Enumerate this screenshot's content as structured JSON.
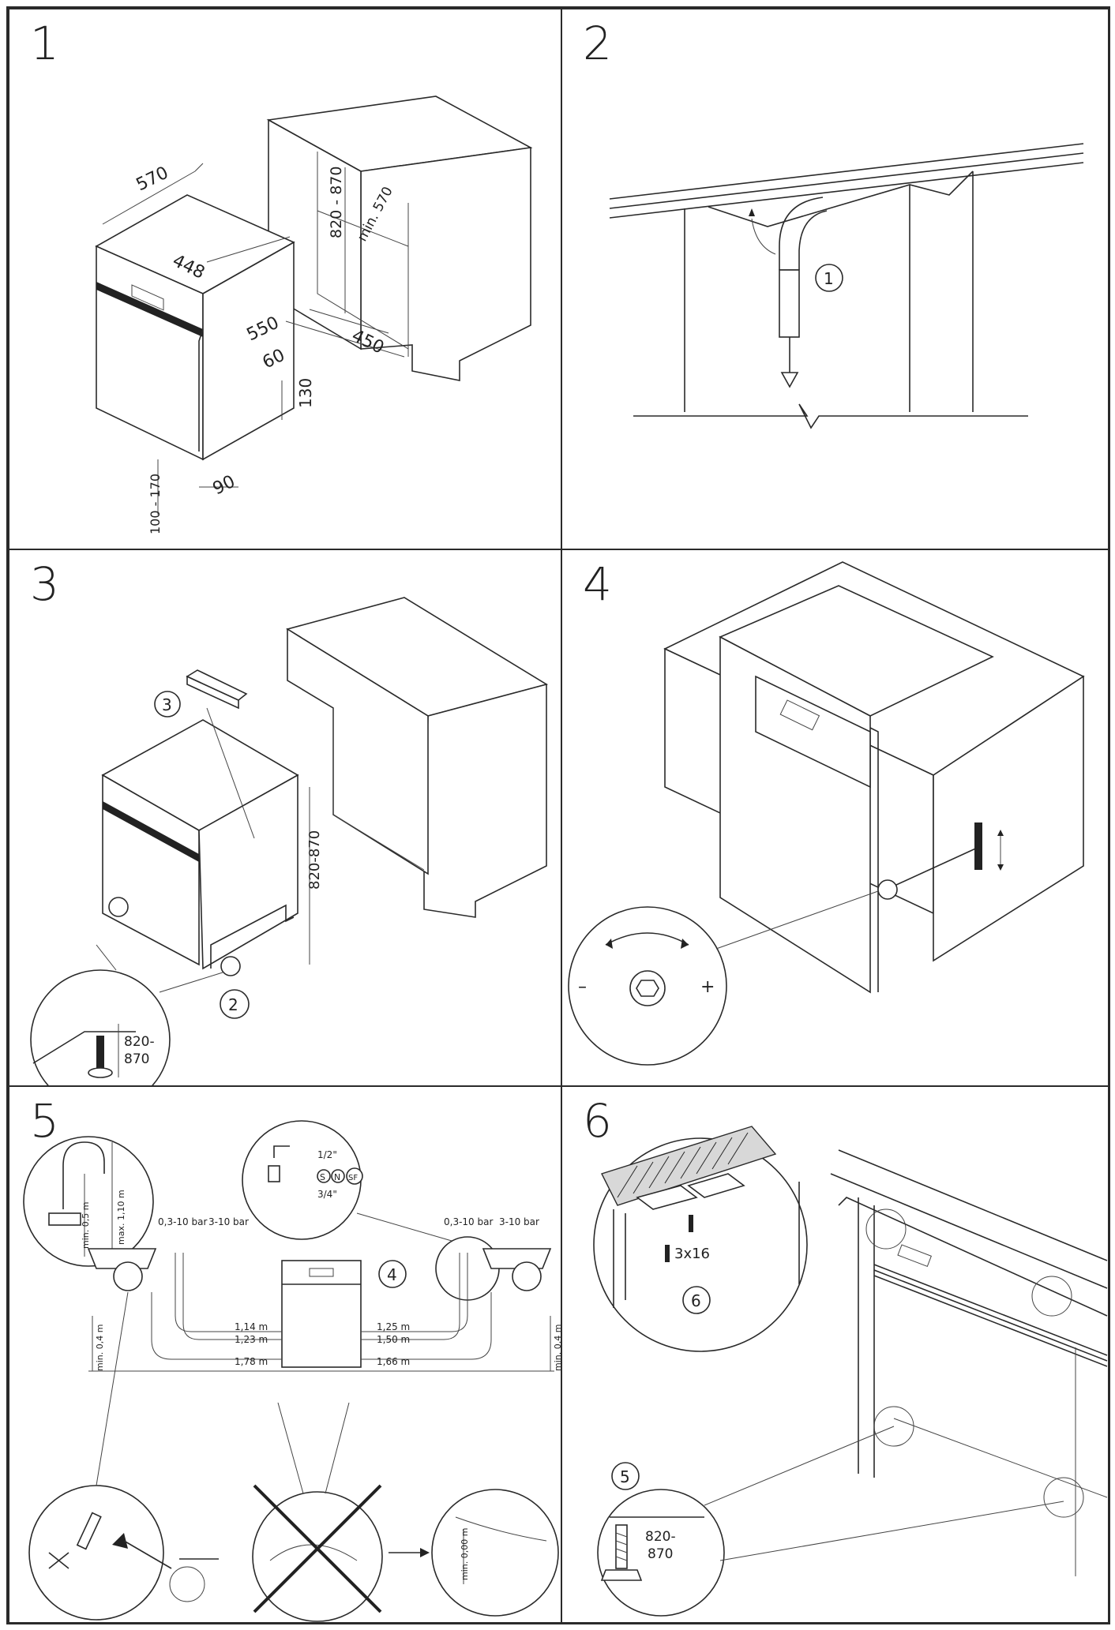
{
  "panels": [
    {
      "step": "1"
    },
    {
      "step": "2"
    },
    {
      "step": "3"
    },
    {
      "step": "4"
    },
    {
      "step": "5"
    },
    {
      "step": "6"
    }
  ],
  "p1": {
    "dims": {
      "w570": "570",
      "w448": "448",
      "d550": "550",
      "d450": "450",
      "d60": "60",
      "h130": "130",
      "h90": "90",
      "h820_870": "820 - 870",
      "min570": "min. 570",
      "leg100_170": "100 - 170"
    }
  },
  "p2": {
    "callout1": "1"
  },
  "p3": {
    "callout3": "3",
    "callout2": "2",
    "h820_870": "820-870",
    "zoom_h_top": "820-",
    "zoom_h_bot": "870"
  },
  "p4": {
    "minus": "–",
    "plus": "+"
  },
  "p5": {
    "callout4": "4",
    "min05": "min. 0,5 m",
    "max110": "max. 1,10 m",
    "thread_half": "1/2\"",
    "thread_34": "3/4\"",
    "s": "S",
    "n": "N",
    "sf": "SF",
    "press_l": "0,3-10 bar",
    "press_l2": "3-10 bar",
    "press_r": "0,3-10 bar",
    "press_r2": "3-10 bar",
    "len": [
      "1,14 m",
      "1,23 m",
      "1,78 m",
      "1,25 m",
      "1,50 m",
      "1,66 m"
    ],
    "min04_l": "min. 0,4 m",
    "min04_r": "min. 0,4 m",
    "min000": "min. 0,00 m"
  },
  "p6": {
    "callout6": "6",
    "callout5": "5",
    "screw": "3x16",
    "h_top": "820-",
    "h_bot": "870"
  }
}
